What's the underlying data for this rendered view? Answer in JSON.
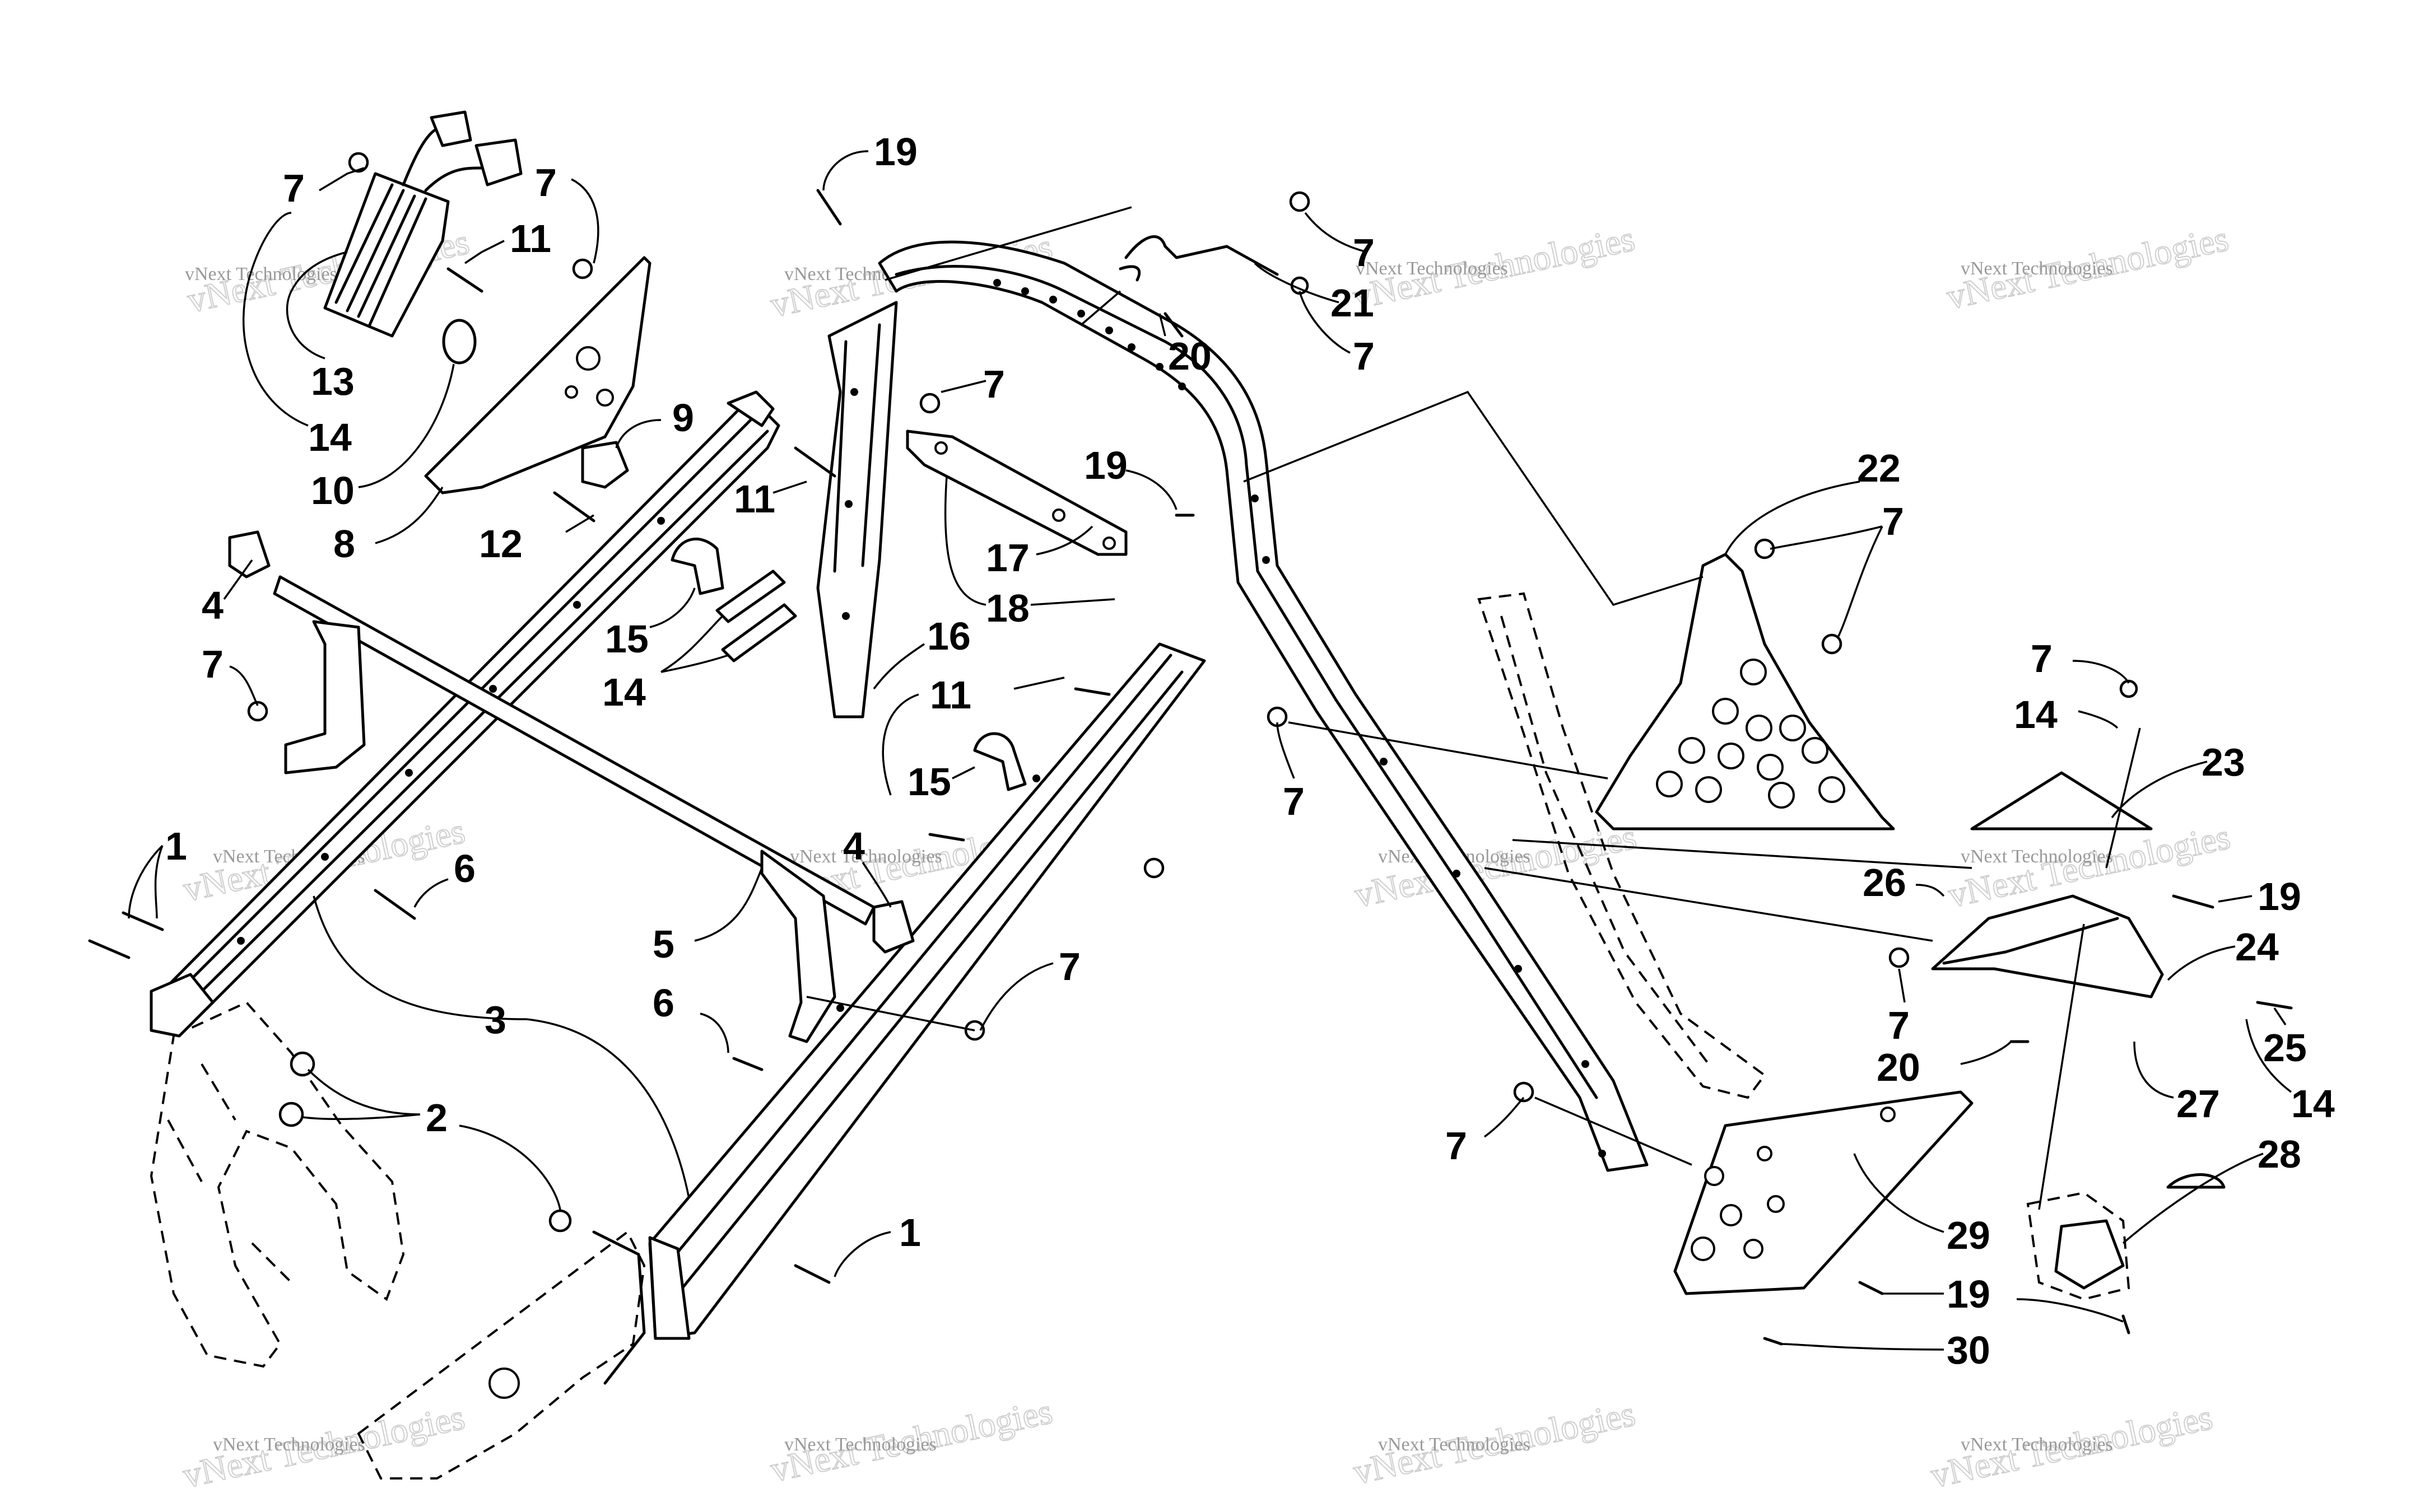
{
  "labels": {
    "l1a": "1",
    "l1b": "1",
    "l2": "2",
    "l3": "3",
    "l4a": "4",
    "l4b": "4",
    "l5": "5",
    "l6a": "6",
    "l6b": "6",
    "l7a": "7",
    "l7b": "7",
    "l7c": "7",
    "l7d": "7",
    "l7e": "7",
    "l7f": "7",
    "l7g": "7",
    "l7h": "7",
    "l7i": "7",
    "l7j": "7",
    "l7k": "7",
    "l7l": "7",
    "l8": "8",
    "l9": "9",
    "l10": "10",
    "l11a": "11",
    "l11b": "11",
    "l11c": "11",
    "l12": "12",
    "l13": "13",
    "l14a": "14",
    "l14b": "14",
    "l14c": "14",
    "l14d": "14",
    "l15a": "15",
    "l15b": "15",
    "l16": "16",
    "l17": "17",
    "l18": "18",
    "l19a": "19",
    "l19b": "19",
    "l19c": "19",
    "l19d": "19",
    "l20a": "20",
    "l20b": "20",
    "l21": "21",
    "l22": "22",
    "l23": "23",
    "l24": "24",
    "l25": "25",
    "l26": "26",
    "l27": "27",
    "l28": "28",
    "l29": "29",
    "l30": "30"
  },
  "watermark": {
    "line1": "vNext Technologies",
    "line2": "vNext Technologies"
  }
}
